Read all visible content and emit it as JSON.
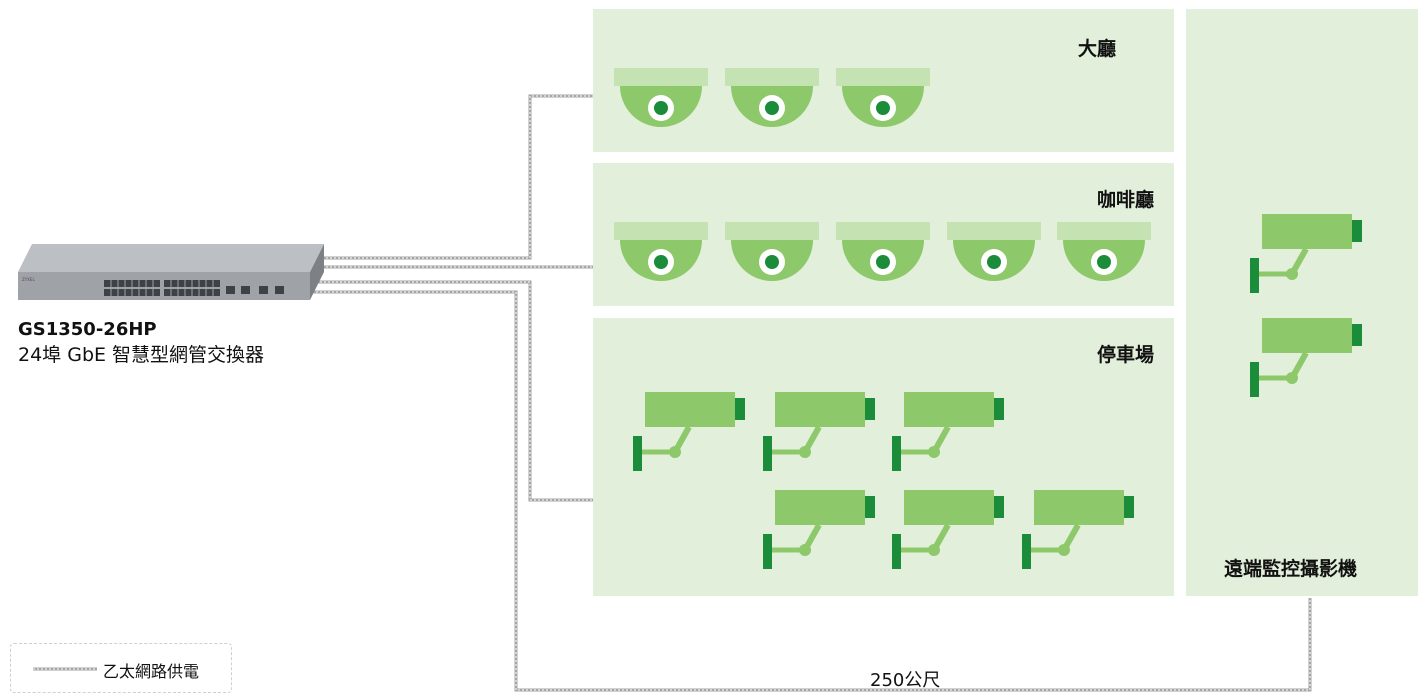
{
  "switch": {
    "model": "GS1350-26HP",
    "description": "24埠 GbE 智慧型網管交換器",
    "brand": "ZYXEL"
  },
  "zones": {
    "lobby": {
      "title": "大廳",
      "camera_count": 3,
      "camera_type": "dome-camera-icon"
    },
    "cafe": {
      "title": "咖啡廳",
      "camera_count": 5,
      "camera_type": "dome-camera-icon"
    },
    "parking": {
      "title": "停車場",
      "camera_count": 6,
      "camera_type": "bullet-camera-icon"
    },
    "remote": {
      "title": "遠端監控攝影機",
      "camera_count": 2,
      "camera_type": "bullet-camera-icon"
    }
  },
  "legend": {
    "label": "乙太網路供電"
  },
  "distance_label": "250公尺",
  "colors": {
    "zone_bg": "#e2efda",
    "camera_light": "#8dc86a",
    "camera_dark": "#1a8c3a",
    "camera_hood": "#c5e2b2",
    "cable": "#9a9a9a",
    "switch_body": "#9fa3a8"
  }
}
